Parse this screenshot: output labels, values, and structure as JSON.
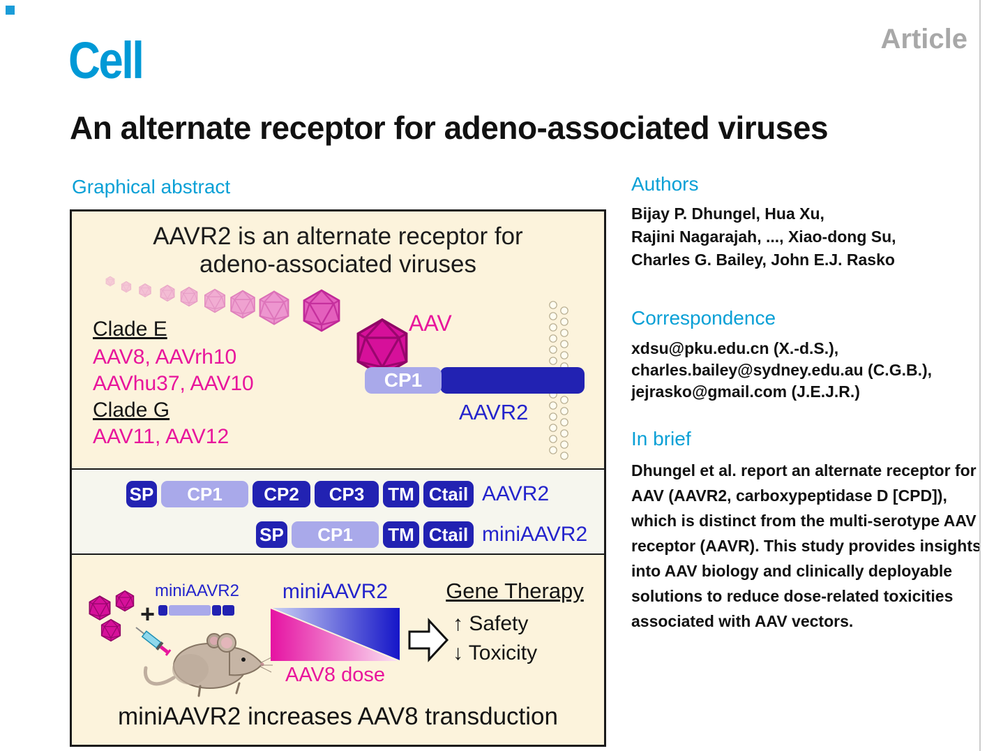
{
  "page": {
    "journal_logo": "Cell",
    "article_type": "Article",
    "title": "An alternate receptor for adeno-associated viruses"
  },
  "graphical_abstract": {
    "heading": "Graphical abstract",
    "panel_title_line1": "AAVR2 is an alternate receptor for",
    "panel_title_line2": "adeno-associated viruses",
    "clades": {
      "e_label": "Clade E",
      "e_line1": "AAV8, AAVrh10",
      "e_line2": "AAVhu37, AAV10",
      "g_label": "Clade G",
      "g_line1": "AAV11, AAV12"
    },
    "aav_label": "AAV",
    "receptor": {
      "cp1_label": "CP1",
      "name": "AAVR2"
    },
    "domain_rows": {
      "aavr2": {
        "segments": [
          "SP",
          "CP1",
          "CP2",
          "CP3",
          "TM",
          "Ctail"
        ],
        "name": "AAVR2"
      },
      "mini": {
        "segments": [
          "SP",
          "CP1",
          "TM",
          "Ctail"
        ],
        "name": "miniAAVR2"
      }
    },
    "bottom": {
      "mini_construct_label": "miniAAVR2",
      "plus": "+",
      "gradient_title": "miniAAVR2",
      "gradient_axis_label": "AAV8 dose",
      "gene_therapy_title": "Gene Therapy",
      "safety_line": "↑ Safety",
      "toxicity_line": "↓ Toxicity",
      "caption": "miniAAVR2 increases AAV8 transduction"
    },
    "colors": {
      "navy": "#2222b2",
      "lavender": "#a9a9ea",
      "magenta": "#e8159c",
      "blue_label": "#2424cc",
      "cream_background": "#fcf3dc",
      "cyan_heading": "#0aa0d6"
    }
  },
  "authors": {
    "heading": "Authors",
    "lines": [
      "Bijay P. Dhungel, Hua Xu,",
      "Rajini Nagarajah, ..., Xiao-dong Su,",
      "Charles G. Bailey, John E.J. Rasko"
    ]
  },
  "correspondence": {
    "heading": "Correspondence",
    "lines": [
      "xdsu@pku.edu.cn (X.-d.S.),",
      "charles.bailey@sydney.edu.au (C.G.B.),",
      "jejrasko@gmail.com (J.E.J.R.)"
    ]
  },
  "in_brief": {
    "heading": "In brief",
    "text": "Dhungel et al. report an alternate receptor for AAV (AAVR2, carboxypeptidase D [CPD]), which is distinct from the multi-serotype AAV receptor (AAVR). This study provides insights into AAV biology and clinically deployable solutions to reduce dose-related toxicities associated with AAV vectors."
  }
}
